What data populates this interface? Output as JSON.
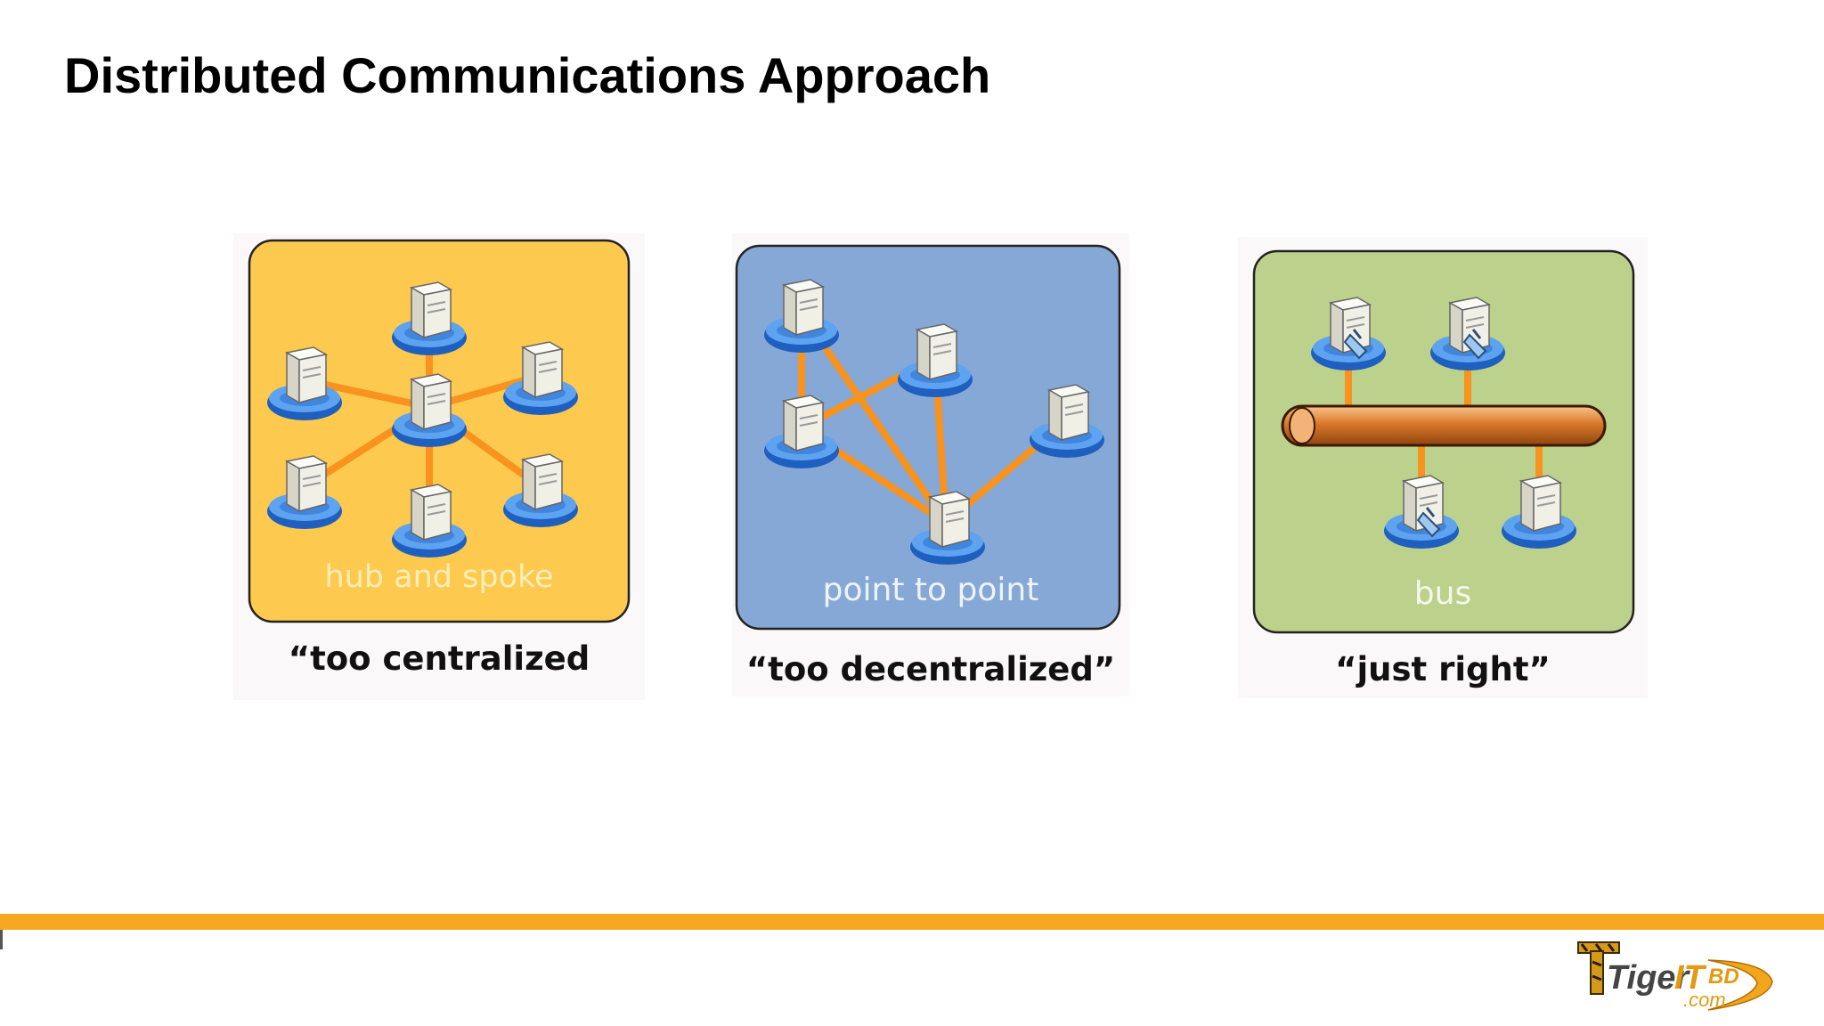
{
  "slide": {
    "title": "Distributed Communications Approach"
  },
  "panels": [
    {
      "id": "hub",
      "label": "hub and spoke",
      "caption": "“too centralized",
      "bg": "#fdc94f",
      "line": "#f7931e"
    },
    {
      "id": "p2p",
      "label": "point to point",
      "caption": "“too decentralized”",
      "bg": "#86a8d6",
      "line": "#f7931e"
    },
    {
      "id": "bus",
      "label": "bus",
      "caption": "“just right”",
      "bg": "#bcd18c",
      "line": "#f7931e"
    }
  ],
  "colors": {
    "accent_bar": "#f7a823",
    "node_base": "#1e5fbf",
    "node_base_light": "#5ea3f0"
  },
  "logo": {
    "text_main": "Tiger",
    "text_it": "IT",
    "text_bd": "BD",
    "text_domain": ".com",
    "icon": "tiger-logo-icon"
  }
}
